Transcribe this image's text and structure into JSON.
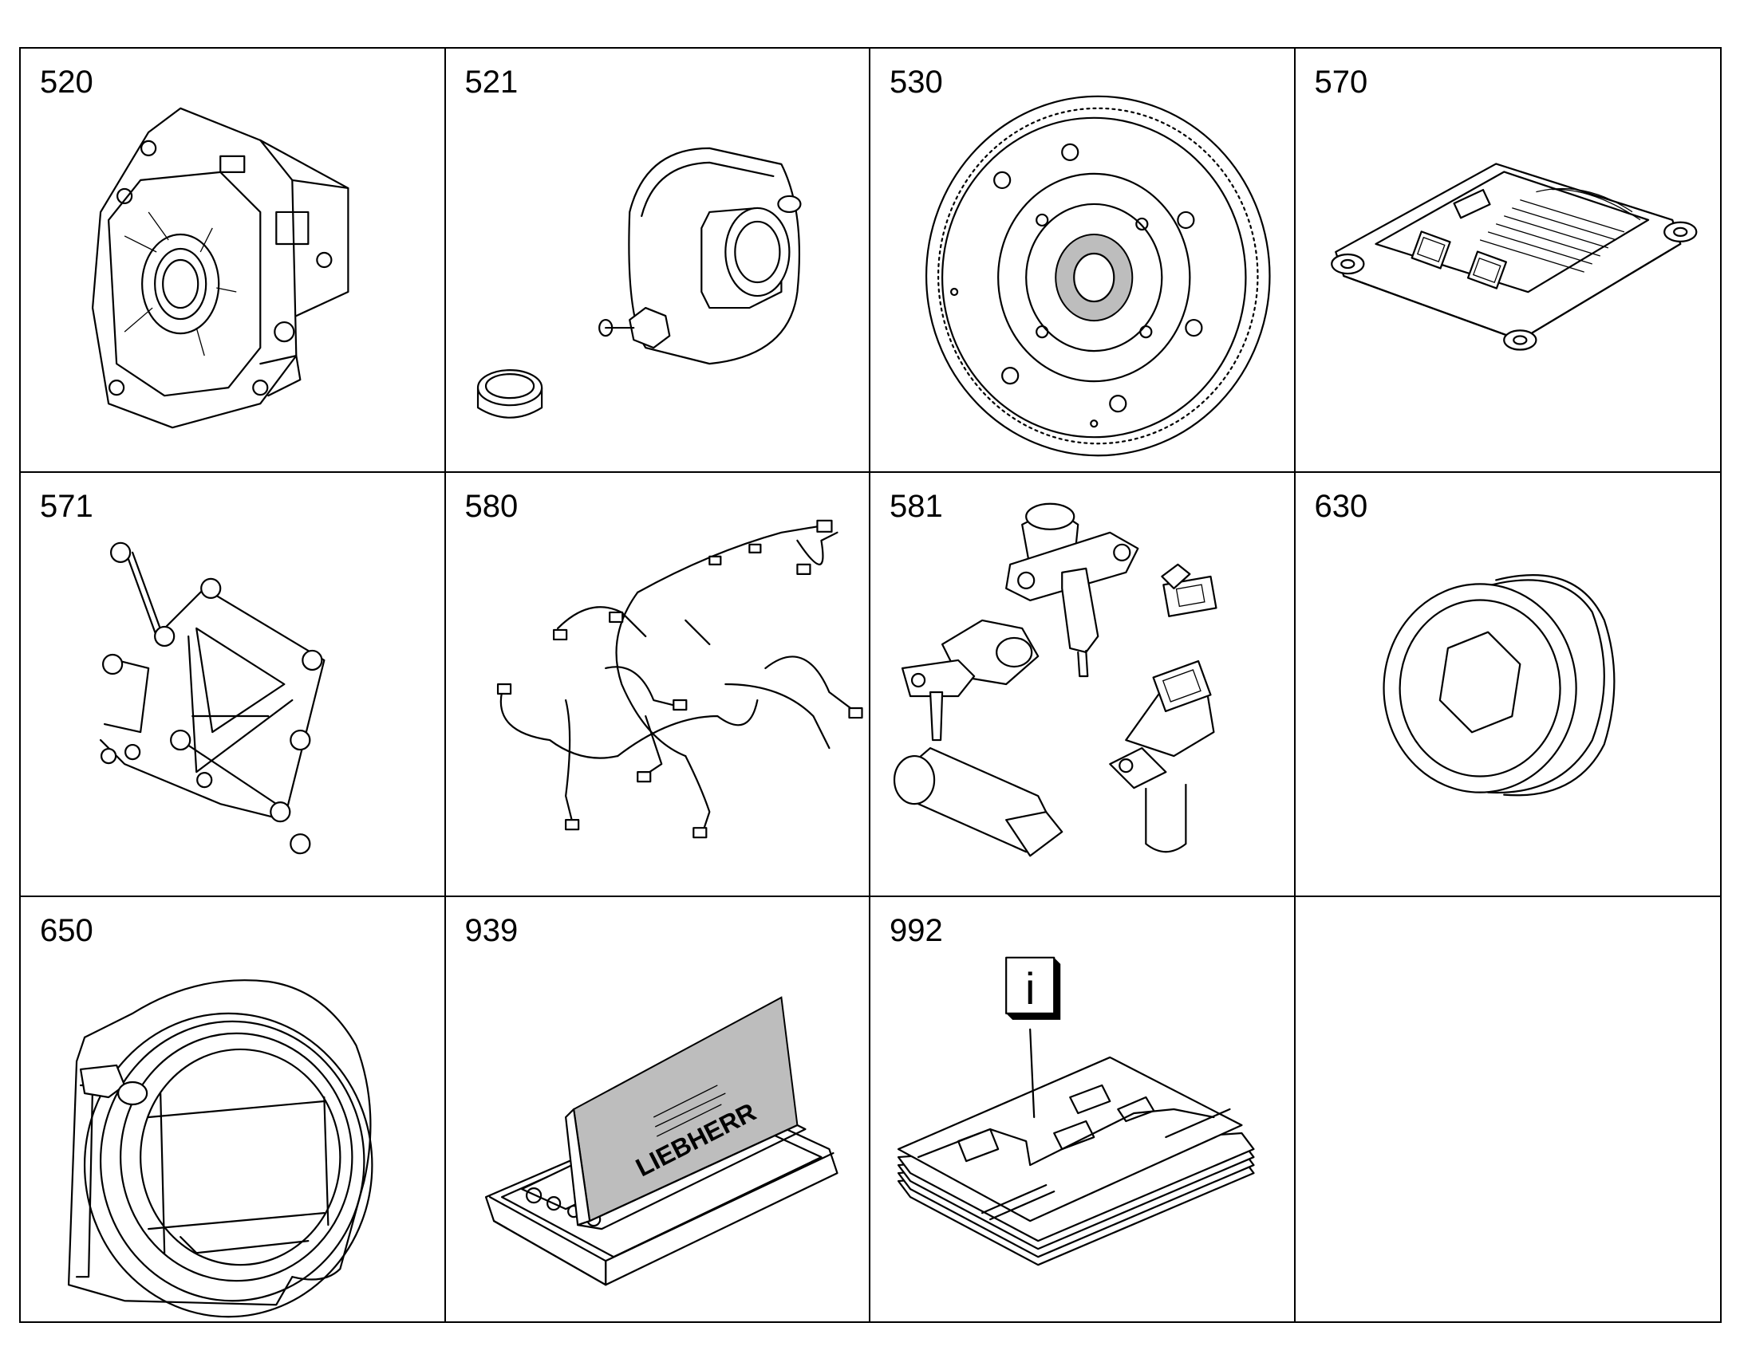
{
  "cells": [
    {
      "number": "520",
      "icon": "flywheel-housing-icon"
    },
    {
      "number": "521",
      "icon": "housing-cover-icon"
    },
    {
      "number": "530",
      "icon": "flywheel-icon"
    },
    {
      "number": "570",
      "icon": "control-unit-icon"
    },
    {
      "number": "571",
      "icon": "mounting-bracket-icon"
    },
    {
      "number": "580",
      "icon": "wiring-harness-icon"
    },
    {
      "number": "581",
      "icon": "sensors-icon"
    },
    {
      "number": "630",
      "icon": "screw-plug-icon"
    },
    {
      "number": "650",
      "icon": "adapter-ring-icon"
    },
    {
      "number": "939",
      "icon": "seal-kit-icon"
    },
    {
      "number": "992",
      "icon": "documentation-icon"
    },
    {
      "number": "",
      "icon": ""
    }
  ],
  "kit_box": {
    "brand": "LIEBHERR"
  },
  "doc_badge": {
    "letter": "i"
  }
}
